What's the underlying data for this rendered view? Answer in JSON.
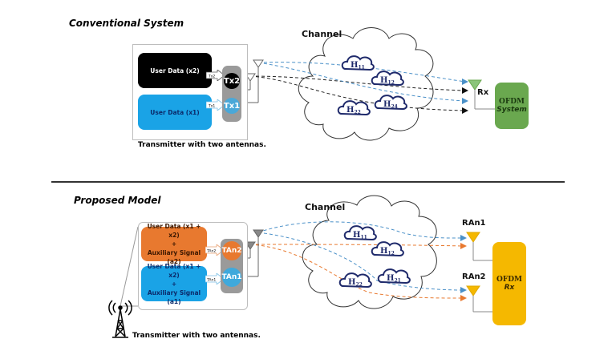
{
  "conventional": {
    "title": "Conventional System",
    "channel_label": "Channel",
    "user_data_x2": "User Data (x2)",
    "user_data_x1": "User Data (x1)",
    "arrow_tx2": "Tx2",
    "arrow_tx1": "Tx1",
    "antenna_tx2": "Tx2",
    "antenna_tx1": "Tx1",
    "caption": "Transmitter with two antennas.",
    "channels": [
      {
        "base": "H",
        "sub": "11"
      },
      {
        "base": "H",
        "sub": "12"
      },
      {
        "base": "H",
        "sub": "22"
      },
      {
        "base": "H",
        "sub": "24"
      }
    ],
    "rx_label": "Rx",
    "ofdm_line1": "OFDM",
    "ofdm_line2": "System"
  },
  "proposed": {
    "title": "Proposed  Model",
    "channel_label": "Channel",
    "box_top": {
      "line1": "User Data (x1 + x2)",
      "line2": "+",
      "line3": "Auxiliary Signal (a2)"
    },
    "box_bottom": {
      "line1": "User Data (x1 + x2)",
      "line2": "+",
      "line3": "Auxiliary  Signal  (a1)"
    },
    "arrow_tan2": "TAn2",
    "arrow_tan1": "TAn1",
    "antenna_tan2": "TAn2",
    "antenna_tan1": "TAn1",
    "caption": "Transmitter with two antennas.",
    "channels": [
      {
        "base": "H",
        "sub": "11"
      },
      {
        "base": "H",
        "sub": "12"
      },
      {
        "base": "H",
        "sub": "22"
      },
      {
        "base": "H",
        "sub": "21"
      }
    ],
    "ran1": "RAn1",
    "ran2": "RAn2",
    "ofdm_line1": "OFDM",
    "ofdm_line2": "Rx"
  },
  "colors": {
    "black_box": "#000000",
    "blue_box": "#1aa3e6",
    "orange_box": "#e8792f",
    "green_ofdm": "#6aa84f",
    "yellow_ofdm": "#f5b800",
    "channel_outline": "#1f2a6b",
    "blue_dash": "#4a90c8",
    "orange_dash": "#e8792f"
  }
}
